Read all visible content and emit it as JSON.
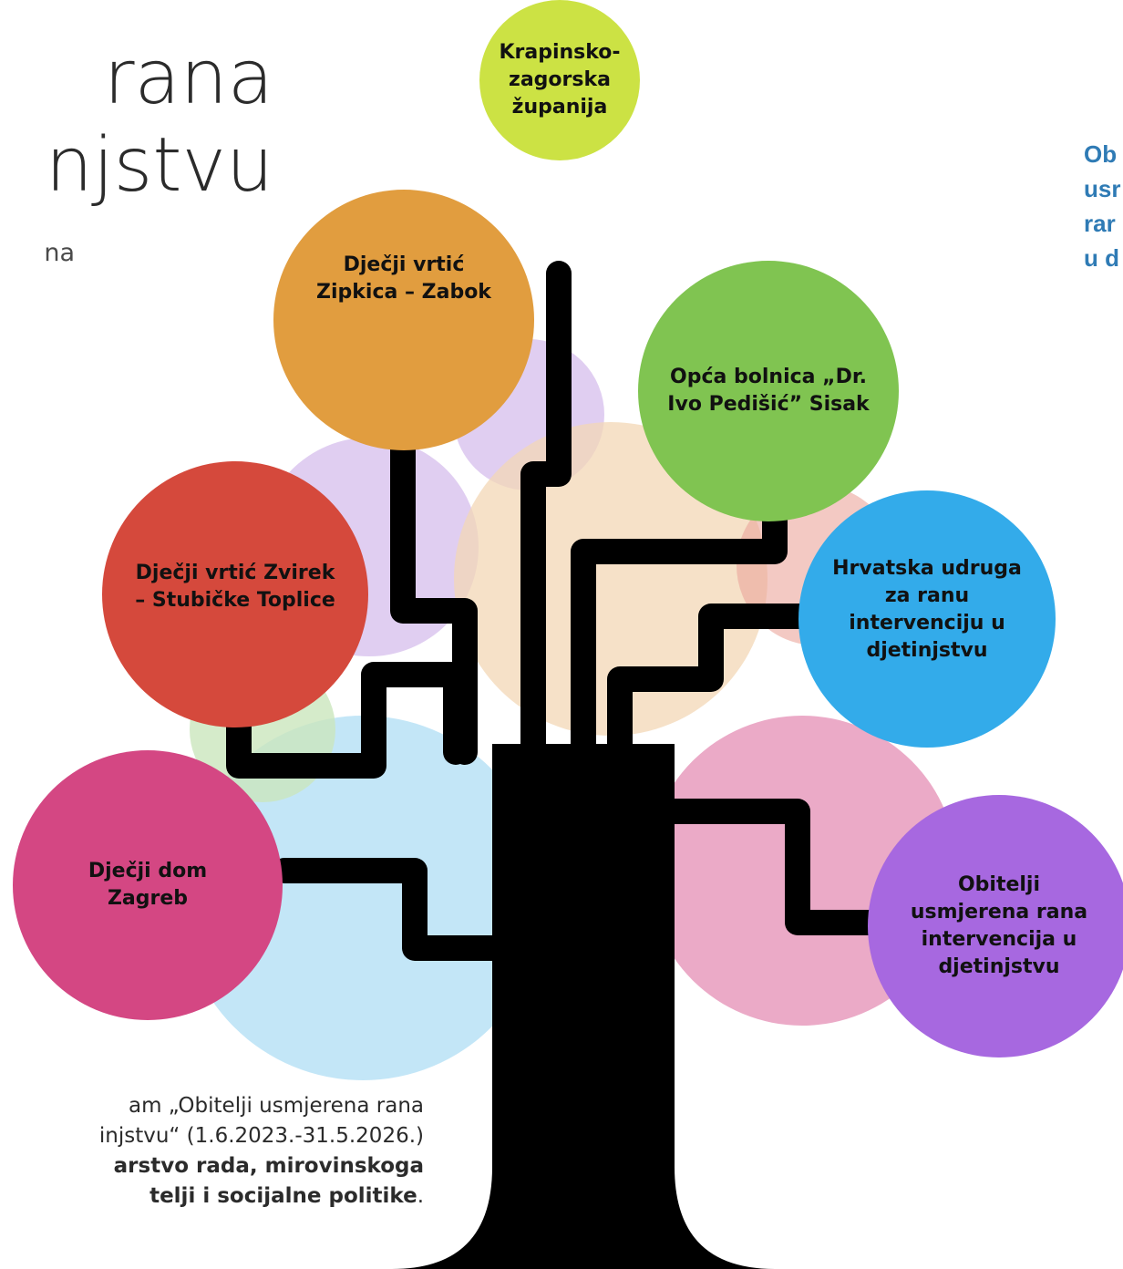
{
  "title": {
    "line1": "rana",
    "line2": "njstvu"
  },
  "subtitle_fragment": "na",
  "side_text": [
    "Ob",
    "usr",
    "rar",
    "u d"
  ],
  "colors": {
    "trunk": "#000000",
    "krapinsko": "#cce244",
    "zipkica": "#e19d3f",
    "bolnica": "#80c451",
    "zvirek": "#d5493c",
    "udruga": "#33abea",
    "dom": "#d44783",
    "obitelji": "#a768e0",
    "side_text": "#2f7bb5"
  },
  "nodes": {
    "krapinsko": [
      "Krapinsko-",
      "zagorska županija"
    ],
    "zipkica": [
      "Dječji vrtić",
      "Zipkica – Zabok"
    ],
    "bolnica": [
      "Opća bolnica „Dr.",
      "Ivo Pedišić” Sisak"
    ],
    "zvirek": [
      "Dječji vrtić Zvirek",
      "– Stubičke Toplice"
    ],
    "udruga": [
      "Hrvatska udruga",
      "za ranu",
      "intervenciju u",
      "djetinjstvu"
    ],
    "dom": [
      "Dječji dom",
      "Zagreb"
    ],
    "obitelji": [
      "Obitelji",
      "usmjerena rana",
      "intervencija u",
      "djetinjstvu"
    ]
  },
  "bottom_text": {
    "line1": "am „Obitelji usmjerena rana",
    "line2": "injstvu“ (1.6.2023.-31.5.2026.)",
    "line3": "arstvo rada, mirovinskoga",
    "line4": "telji i socijalne politike",
    "line4_end": "."
  }
}
